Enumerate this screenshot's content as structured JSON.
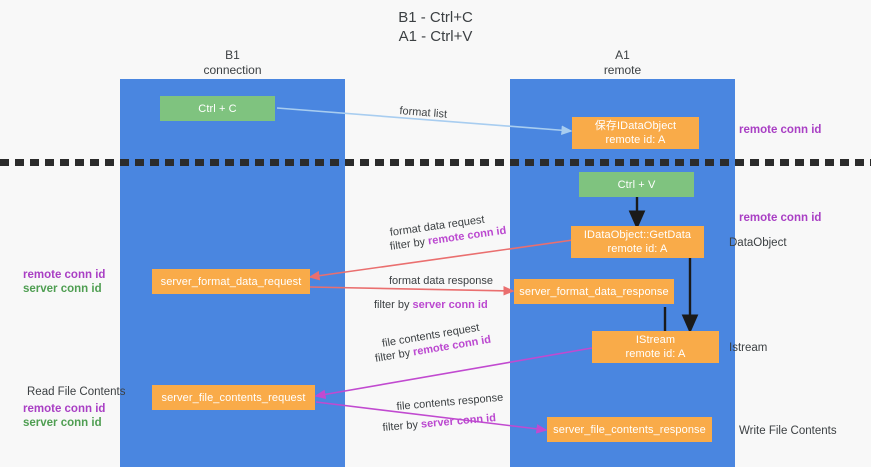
{
  "title": {
    "line1": "B1 - Ctrl+C",
    "line2": "A1 - Ctrl+V"
  },
  "columns": [
    {
      "name": "B1",
      "role": "connection"
    },
    {
      "name": "A1",
      "role": "remote"
    }
  ],
  "boxes": {
    "ctrl_c": {
      "label": "Ctrl + C",
      "color": "#7fc37f"
    },
    "ctrl_v": {
      "label": "Ctrl + V",
      "color": "#7fc37f"
    },
    "idataobject_store": {
      "line1": "保存IDataObject",
      "line2": "remote id: A",
      "color": "#f9ab49"
    },
    "idataobject_getdata": {
      "line1": "IDataObject::GetData",
      "line2": "remote id: A",
      "color": "#f9ab49"
    },
    "istream": {
      "line1": "IStream",
      "line2": "remote id: A",
      "color": "#f9ab49"
    },
    "server_format_data_request": {
      "label": "server_format_data_request",
      "color": "#f9ab49"
    },
    "server_format_data_response": {
      "label": "server_format_data_response",
      "color": "#f9ab49"
    },
    "server_file_contents_request": {
      "label": "server_file_contents_request",
      "color": "#f9ab49"
    },
    "server_file_contents_response": {
      "label": "server_file_contents_response",
      "color": "#f9ab49"
    }
  },
  "arrow_labels": {
    "format_list": "format list",
    "format_data_request": "format data request",
    "format_data_request_filter_prefix": "filter by ",
    "format_data_request_filter_key": "remote conn id",
    "format_data_response": "format data response",
    "format_data_response_filter_prefix": "filter by ",
    "format_data_response_filter_key": "server conn id",
    "file_contents_request": "file contents request",
    "file_contents_request_filter_prefix": "filter by ",
    "file_contents_request_filter_key": "remote conn id",
    "file_contents_response": "file contents response",
    "file_contents_response_filter_prefix": "filter by ",
    "file_contents_response_filter_key": "server conn id"
  },
  "side_labels": {
    "right_top_remote_conn_id": "remote conn id",
    "right_mid_remote_conn_id": "remote conn id",
    "right_dataobject": "DataObject",
    "right_istream": "Istream",
    "right_write_file_contents": "Write File Contents",
    "left_remote_conn_id": "remote conn id",
    "left_server_conn_id": "server conn id",
    "left_read_file_contents": "Read File Contents",
    "left_bottom_remote_conn_id": "remote conn id",
    "left_bottom_server_conn_id": "server conn id"
  },
  "colors": {
    "lane": "#4a86e0",
    "box_orange": "#f9ab49",
    "box_green": "#7fc37f",
    "arrow_blue": "#a8cdf0",
    "arrow_red": "#ea6f6f",
    "arrow_magenta": "#c14ad0",
    "arrow_black": "#1a1a1a",
    "key_purple": "#bb48d0",
    "key_green": "#4f9e52",
    "background": "#f8f8f8",
    "divider": "#2b2b2b"
  }
}
